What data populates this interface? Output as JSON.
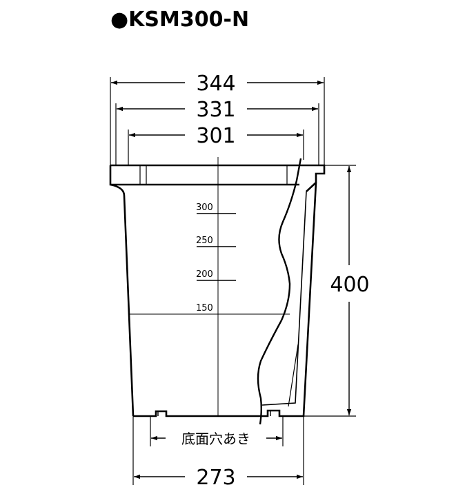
{
  "title": "●KSM300-N",
  "dimensions": {
    "top_outer": "344",
    "top_middle": "331",
    "top_inner": "301",
    "height": "400",
    "bottom_width": "273",
    "bottom_hole_label": "底面穴あき"
  },
  "scale_marks": [
    "300",
    "250",
    "200",
    "150"
  ]
}
